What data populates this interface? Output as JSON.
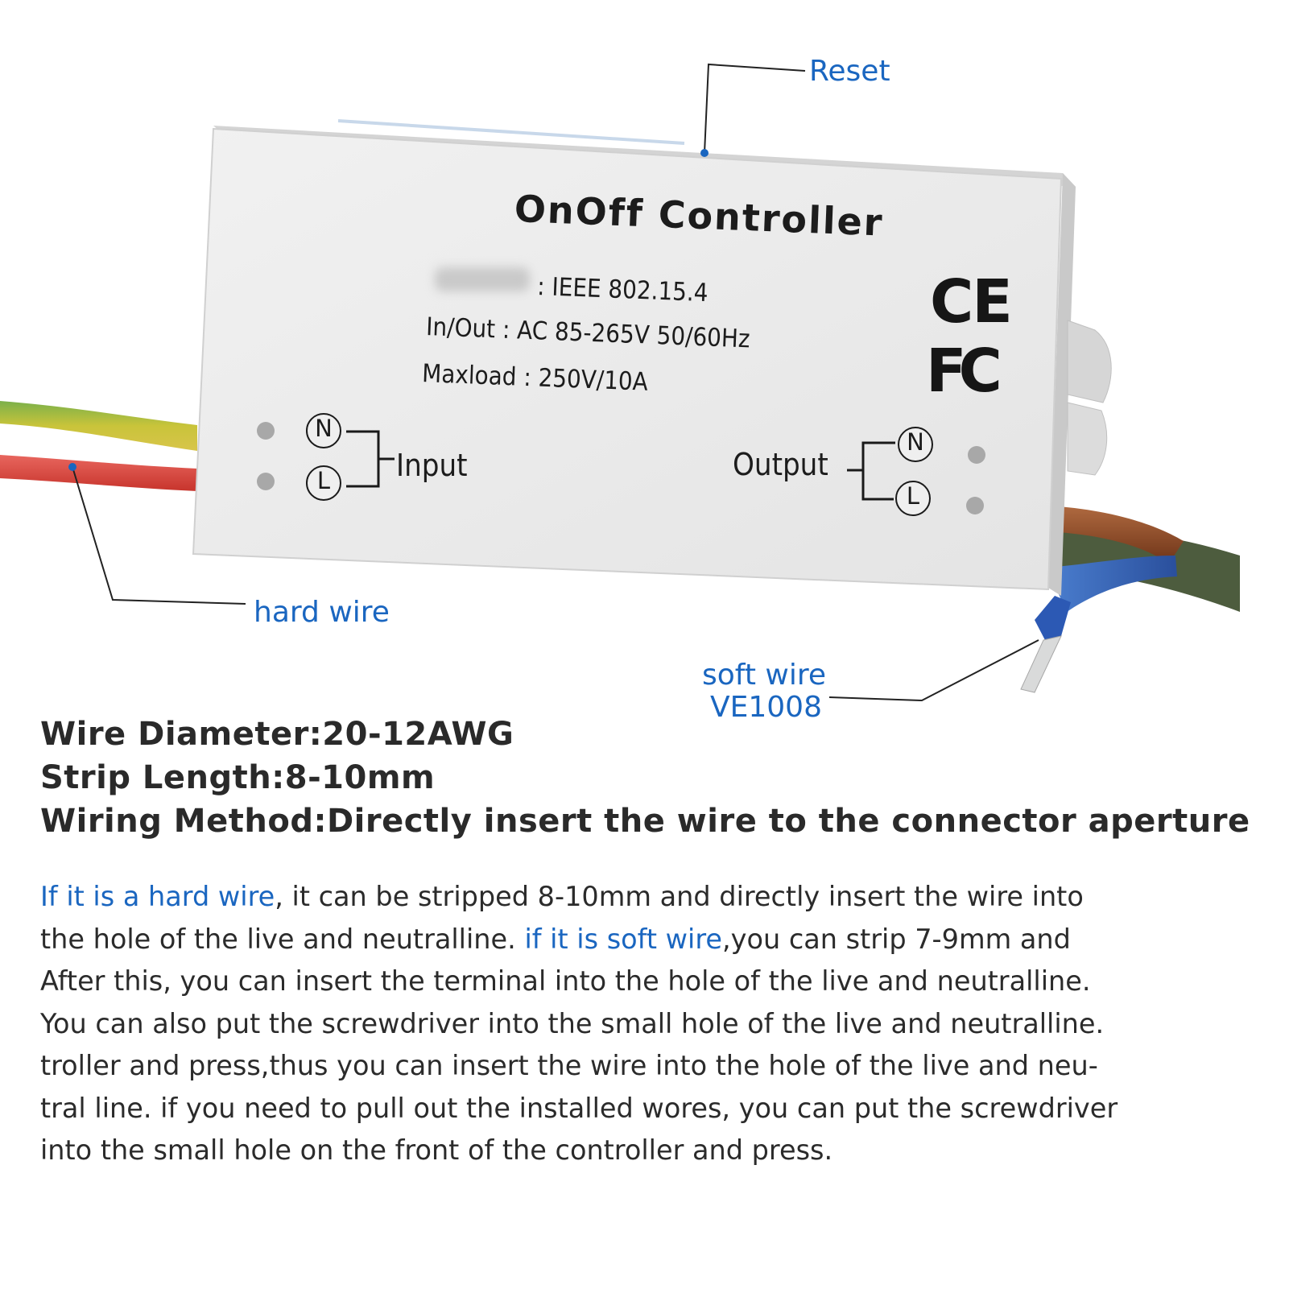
{
  "device": {
    "title": "OnOff Controller",
    "spec_line1": ": IEEE 802.15.4",
    "spec_line2": "In/Out : AC 85-265V 50/60Hz",
    "spec_line3": "Maxload : 250V/10A",
    "cert_ce": "CE",
    "cert_fcc": "FC",
    "input_label": "Input",
    "output_label": "Output",
    "terminal_n": "N",
    "terminal_l": "L"
  },
  "callouts": {
    "reset": "Reset",
    "hard_wire": "hard wire",
    "soft_wire_line1": "soft wire",
    "soft_wire_line2": "VE1008"
  },
  "specs": {
    "wire_diameter": "Wire Diameter:20-12AWG",
    "strip_length": "Strip Length:8-10mm",
    "wiring_method": "Wiring Method:Directly insert the wire to the connector aperture"
  },
  "paragraph": {
    "l1_hl": "If it is a hard wire",
    "l1_rest": ", it can be stripped 8-10mm and directly insert the wire into",
    "l2_a": "the hole of the live and neutralline. ",
    "l2_hl": "if it is soft wire",
    "l2_rest": ",you can strip 7-9mm and",
    "l3": "After this, you can insert the terminal into the hole of the live and neutralline.",
    "l4": "You can also put the screwdriver into the small hole of the live and neutralline.",
    "l5": "troller and press,thus you can insert the wire into the hole of the live and neu-",
    "l6": "tral line. if you need to pull out the installed wores, you can put the screwdriver",
    "l7": "into the small hole on the front of the controller and press."
  },
  "colors": {
    "callout_blue": "#1a66c0",
    "wire_red": "#d9473f",
    "wire_yellow_green": "#c9c43a",
    "wire_brown": "#8a4a2a",
    "wire_blue": "#2f5fb0",
    "wire_green": "#4a5a3a"
  }
}
